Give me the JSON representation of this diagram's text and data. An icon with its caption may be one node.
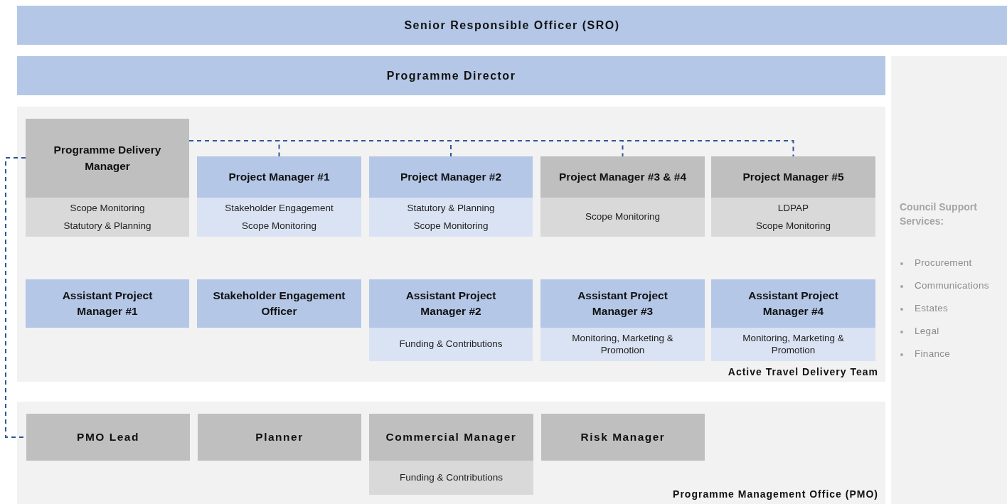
{
  "diagram": {
    "nodes": [
      {
        "text": [
          "Senior Responsible Officer (SRO)"
        ]
      },
      {
        "text": [
          "Programme Director"
        ]
      },
      {
        "text": [
          "Active Travel Delivery Team"
        ]
      },
      {
        "text": [
          "Programme Delivery Manager",
          "Scope Monitoring",
          "Statutory & Planning"
        ],
        "in": 2
      },
      {
        "text": [
          "Project Manager #1",
          "Stakeholder Engagement",
          "Scope Monitoring"
        ],
        "in": 2
      },
      {
        "text": [
          "Project Manager #2",
          "Statutory & Planning",
          "Scope Monitoring"
        ],
        "in": 2
      },
      {
        "text": [
          "Project Manager #3 & #4",
          "Scope Monitoring"
        ],
        "in": 2
      },
      {
        "text": [
          "Project Manager #5",
          "LDPAP",
          "Scope Monitoring"
        ],
        "in": 2
      },
      {
        "text": [
          "Assistant Project Manager #1"
        ],
        "in": 2
      },
      {
        "text": [
          "Stakeholder Engagement Officer"
        ],
        "in": 2
      },
      {
        "text": [
          "Assistant Project Manager #2",
          "Funding & Contributions"
        ],
        "in": 2
      },
      {
        "text": [
          "Assistant Project Manager #3",
          "Monitoring, Marketing & Promotion"
        ],
        "in": 2
      },
      {
        "text": [
          "Assistant Project Manager #4",
          "Monitoring, Marketing & Promotion"
        ],
        "in": 2
      },
      {
        "text": [
          "Programme Management Office (PMO)"
        ]
      },
      {
        "text": [
          "PMO Lead"
        ],
        "in": 13
      },
      {
        "text": [
          "Planner"
        ],
        "in": 13
      },
      {
        "text": [
          "Commercial Manager",
          "Funding & Contributions"
        ],
        "in": 13
      },
      {
        "text": [
          "Risk Manager"
        ],
        "in": 13
      },
      {
        "text": [
          "Council Support Services:",
          "Procurement",
          "Communications",
          "Estates",
          "Legal",
          "Finance"
        ]
      }
    ],
    "edges": [
      {
        "from": 3,
        "to": 4,
        "arrow": "none",
        "style": "dashed"
      },
      {
        "from": 3,
        "to": 5,
        "arrow": "none",
        "style": "dashed"
      },
      {
        "from": 3,
        "to": 6,
        "arrow": "none",
        "style": "dashed"
      },
      {
        "from": 3,
        "to": 7,
        "arrow": "none",
        "style": "dashed"
      },
      {
        "from": 3,
        "to": 14,
        "arrow": "none",
        "style": "dashed"
      }
    ]
  }
}
